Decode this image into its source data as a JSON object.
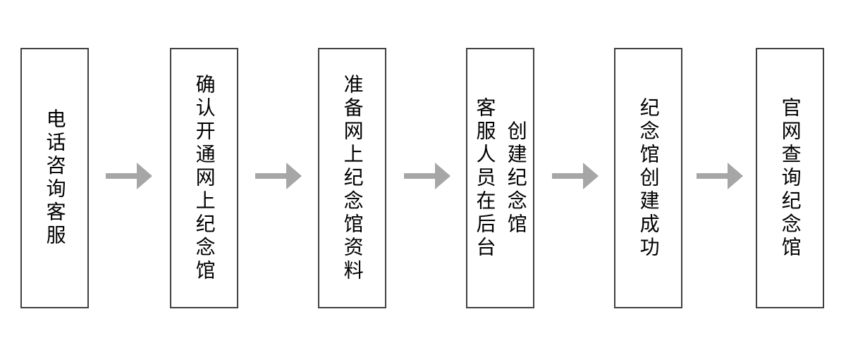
{
  "colors": {
    "background": "#ffffff",
    "box_border": "#404040",
    "box_bg": "#ffffff",
    "text": "#000000",
    "arrow": "#a6a6a6"
  },
  "flow": {
    "type": "flowchart",
    "direction": "left-to-right",
    "steps": [
      {
        "label": "电话咨询客服"
      },
      {
        "label": "确认开通网上纪念馆"
      },
      {
        "label": "准备网上纪念馆资料"
      },
      {
        "columns": [
          "客服人员在后台",
          "创建纪念馆"
        ]
      },
      {
        "label": "纪念馆创建成功"
      },
      {
        "label": "官网查询纪念馆"
      }
    ],
    "connector": "right-arrow"
  }
}
